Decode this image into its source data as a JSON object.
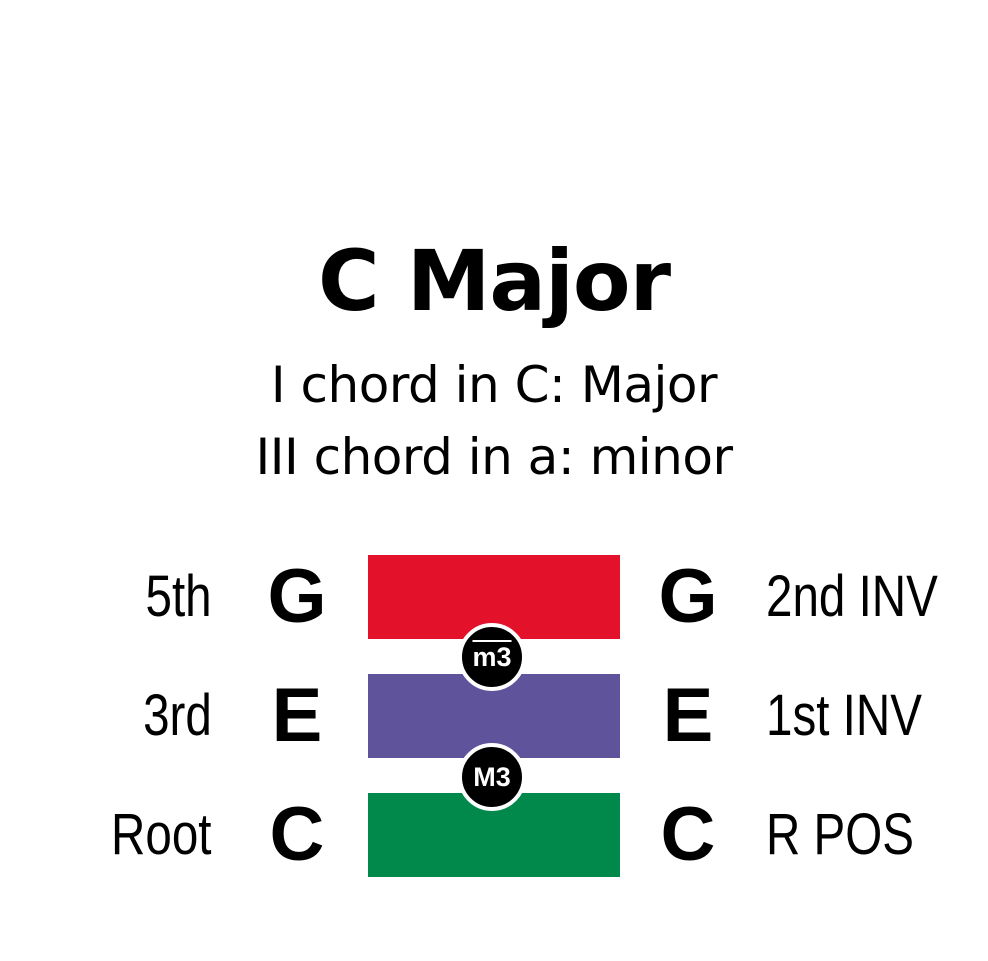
{
  "title": "C Major",
  "subtitles": [
    "I chord in C: Major",
    "III chord in a: minor"
  ],
  "rows": [
    {
      "degree": "5th",
      "note": "G",
      "color": "#e3122a",
      "position": "2nd INV"
    },
    {
      "degree": "3rd",
      "note": "E",
      "color": "#5f539c",
      "position": "1st INV"
    },
    {
      "degree": "Root",
      "note": "C",
      "color": "#00894a",
      "position": "R POS"
    }
  ],
  "intervals": [
    {
      "label": "m3",
      "between": "E-G",
      "note": "minor third (overlined m)"
    },
    {
      "label": "M3",
      "between": "C-E",
      "note": "major third"
    }
  ]
}
